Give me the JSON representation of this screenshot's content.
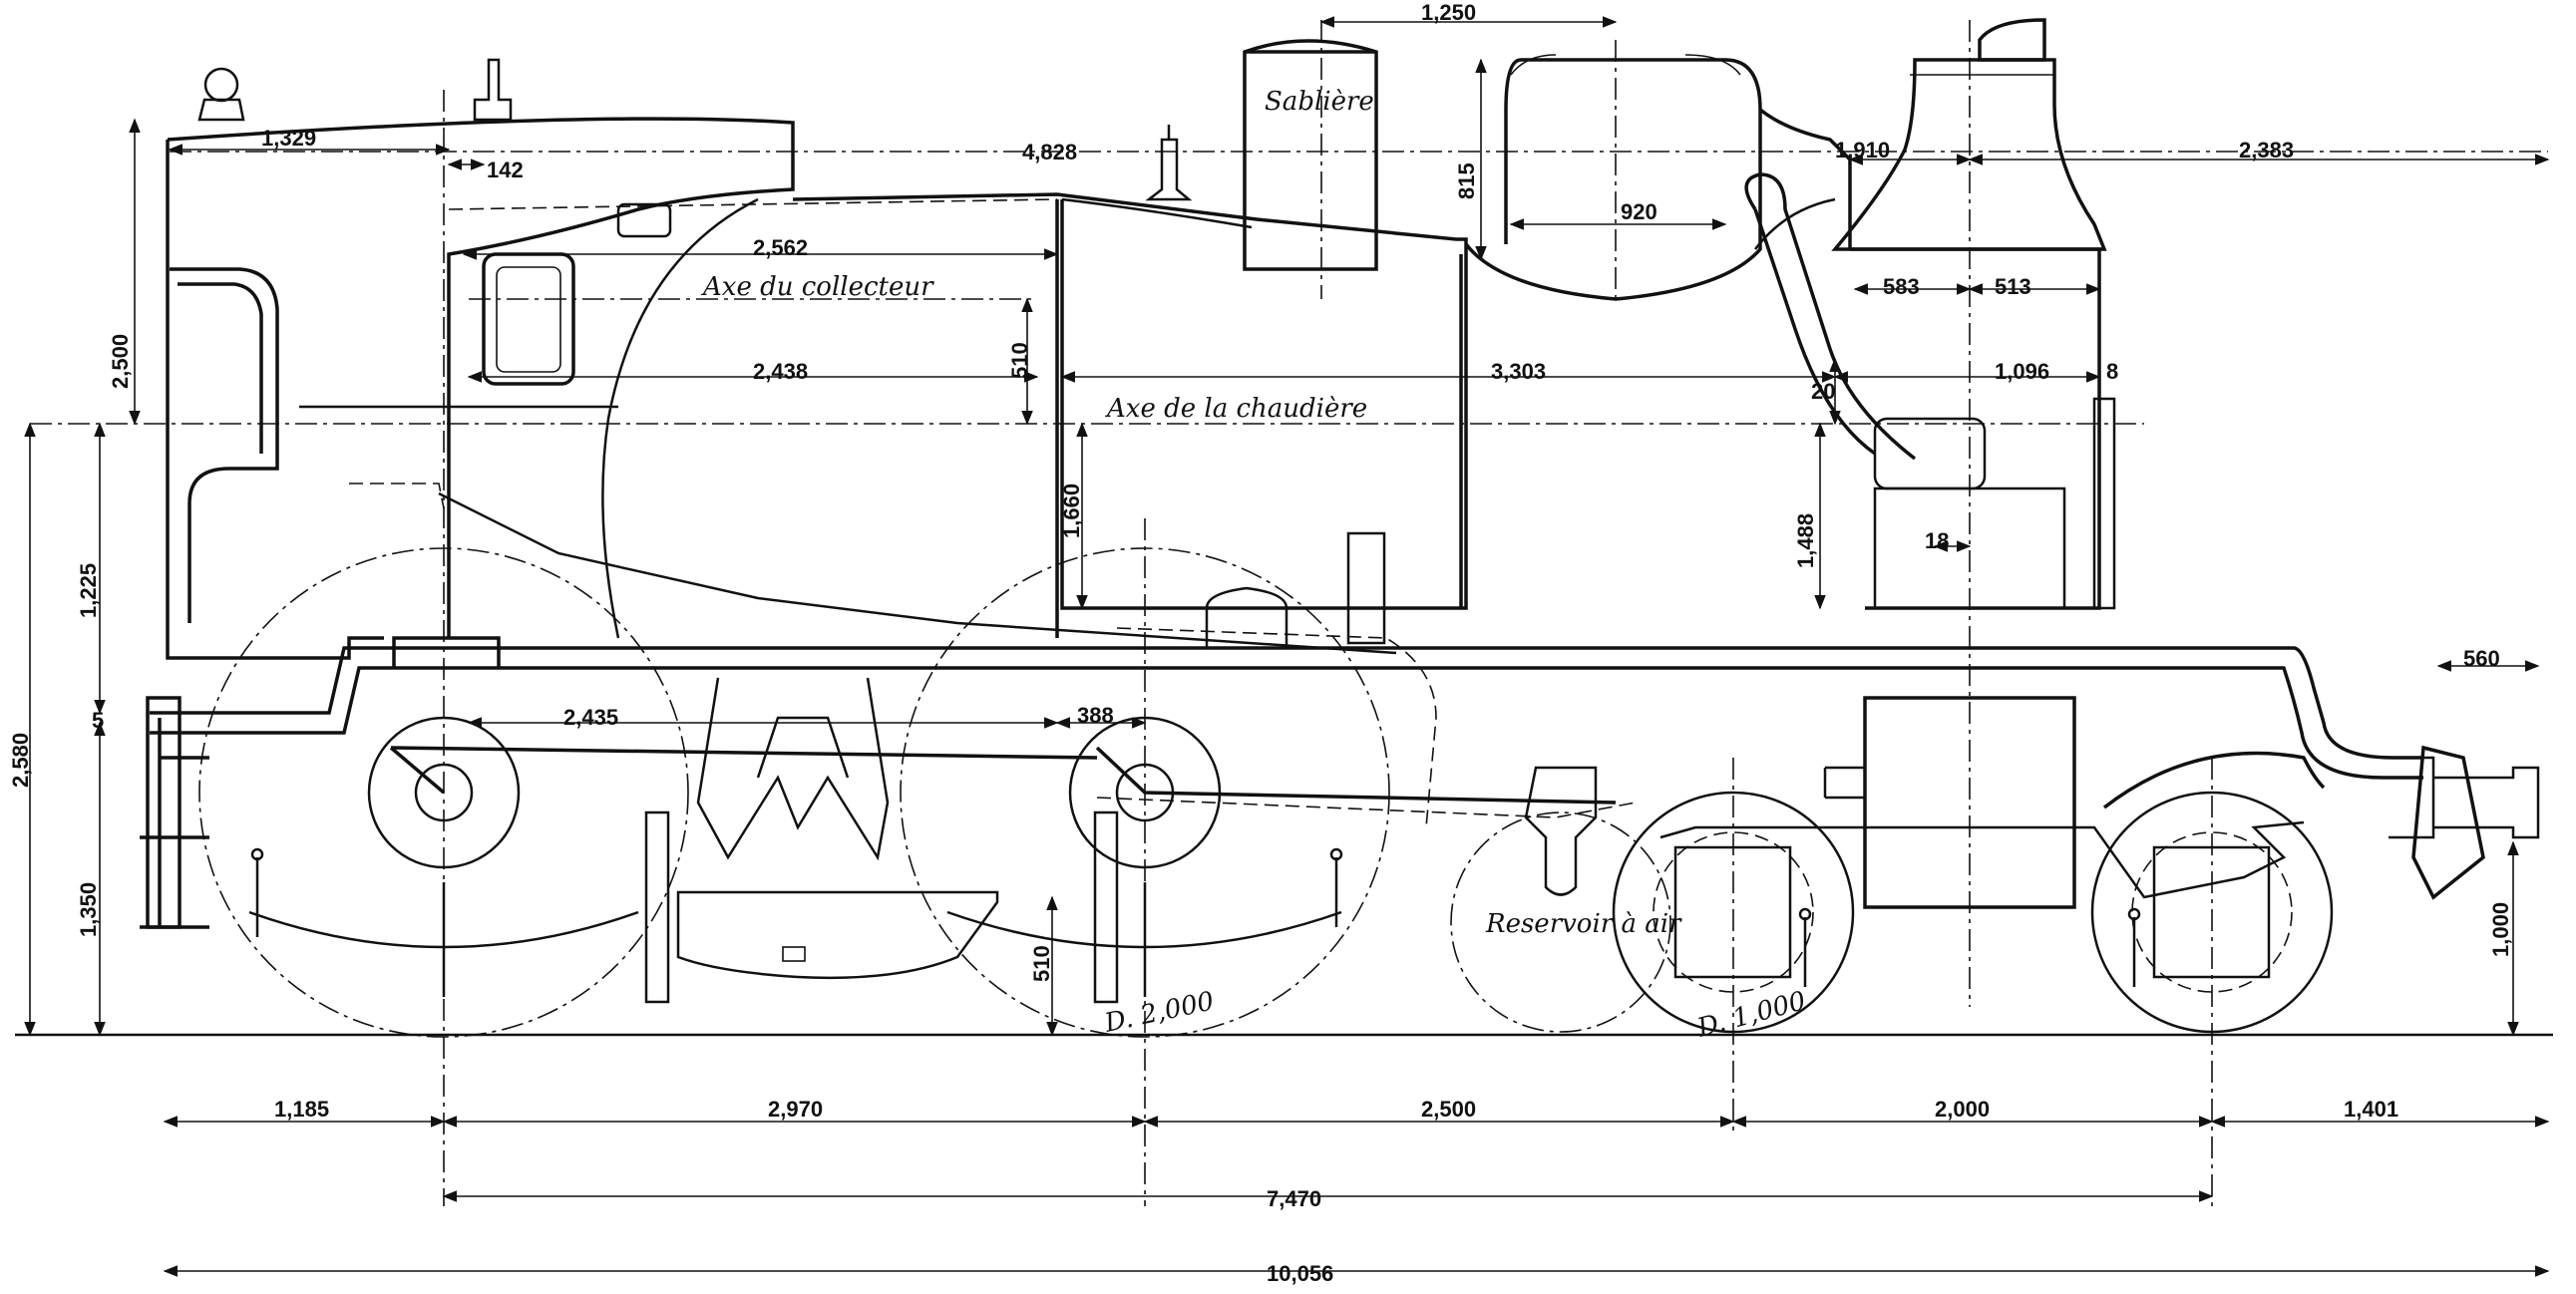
{
  "labels": {
    "sabliere": "Sablière",
    "axe_collecteur": "Axe du collecteur",
    "axe_chaudiere": "Axe de la chaudière",
    "reservoir": "Reservoir à air",
    "driving_wheel": "D. 2,000",
    "trailing_wheel": "D. 1,000"
  },
  "dimensions": {
    "d_1250": "1,250",
    "d_1329": "1,329",
    "d_142": "142",
    "d_4828": "4,828",
    "d_1910": "1,910",
    "d_2383": "2,383",
    "d_815": "815",
    "d_920": "920",
    "d_2562": "2,562",
    "d_583": "583",
    "d_513": "513",
    "d_2500v": "2,500",
    "d_2438": "2,438",
    "d_510a": "510",
    "d_3303": "3,303",
    "d_1096": "1,096",
    "d_8": "8",
    "d_20": "20",
    "d_1660": "1,660",
    "d_1488": "1,488",
    "d_18": "18",
    "d_1225": "1,225",
    "d_2580": "2,580",
    "d_5": "5",
    "d_2435": "2,435",
    "d_388": "388",
    "d_560": "560",
    "d_1350": "1,350",
    "d_510b": "510",
    "d_1000v": "1,000",
    "d_1185": "1,185",
    "d_2970": "2,970",
    "d_2500h": "2,500",
    "d_2000": "2,000",
    "d_1401": "1,401",
    "d_7470": "7,470",
    "d_10056": "10,056"
  }
}
